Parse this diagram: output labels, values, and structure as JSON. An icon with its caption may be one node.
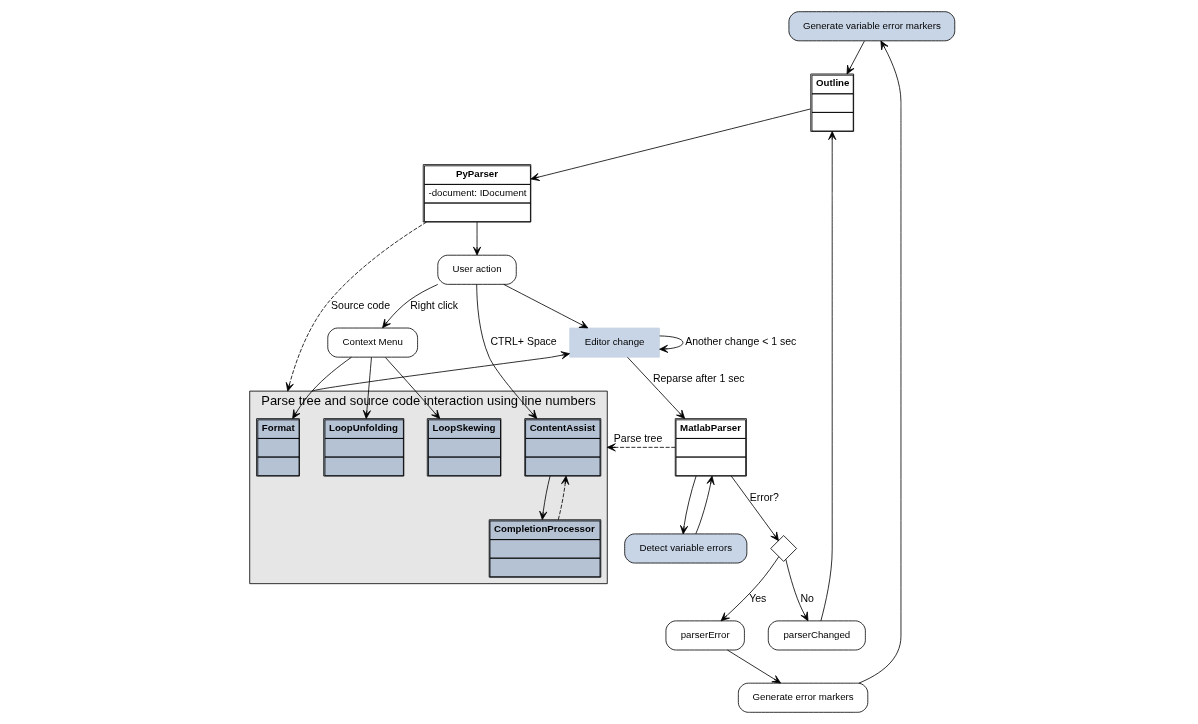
{
  "diagram": {
    "nodes": [
      {
        "text": [
          "Generate variable error markers"
        ]
      },
      {
        "text": [
          "Outline"
        ]
      },
      {
        "text": [
          "PyParser",
          "-document: IDocument"
        ]
      },
      {
        "text": [
          "Context Menu"
        ]
      },
      {
        "text": [
          "Generate error markers"
        ]
      },
      {
        "text": [
          "User action"
        ]
      },
      {
        "text": [
          "Parse tree and source code interaction using line numbers"
        ]
      },
      {
        "text": [
          "Format"
        ],
        "in": 6
      },
      {
        "text": [
          "LoopUnfolding"
        ],
        "in": 6
      },
      {
        "text": [
          "LoopSkewing"
        ],
        "in": 6
      },
      {
        "text": [
          "Editor change"
        ]
      },
      {
        "text": [
          "parserError"
        ]
      },
      {
        "text": [
          "parserChanged"
        ]
      },
      {
        "text": [
          "ContentAssist"
        ],
        "in": 6
      },
      {
        "text": [
          "CompletionProcessor"
        ],
        "in": 6
      },
      {
        "text": [],
        "shape": "diamond"
      },
      {
        "text": [
          "MatlabParser"
        ]
      },
      {
        "text": [
          "Detect variable errors"
        ]
      }
    ],
    "edges": [
      {
        "from": 0,
        "to": 1,
        "arrow": "to"
      },
      {
        "from": 1,
        "to": 2,
        "arrow": "to"
      },
      {
        "from": 2,
        "to": 5,
        "arrow": "to"
      },
      {
        "from": 2,
        "to": 6,
        "arrow": "to",
        "style": "dashed",
        "label": "Source code"
      },
      {
        "from": 5,
        "to": 3,
        "arrow": "to",
        "label": "Right click"
      },
      {
        "from": 3,
        "to": 7,
        "arrow": "to"
      },
      {
        "from": 3,
        "to": 8,
        "arrow": "to"
      },
      {
        "from": 3,
        "to": 9,
        "arrow": "to"
      },
      {
        "from": 5,
        "to": 10,
        "arrow": "to"
      },
      {
        "from": 10,
        "to": 10,
        "arrow": "to",
        "label": "Another change < 1 sec"
      },
      {
        "from": 5,
        "to": 13,
        "arrow": "to",
        "label": "CTRL+ Space"
      },
      {
        "from": 6,
        "to": 10,
        "arrow": "to"
      },
      {
        "from": 10,
        "to": 16,
        "arrow": "to",
        "label": "Reparse after 1 sec"
      },
      {
        "from": 16,
        "to": 15,
        "arrow": "to",
        "label": "Error?"
      },
      {
        "from": 15,
        "to": 11,
        "arrow": "to",
        "label": "Yes"
      },
      {
        "from": 15,
        "to": 12,
        "arrow": "to",
        "label": "No"
      },
      {
        "from": 11,
        "to": 4,
        "arrow": "to"
      },
      {
        "from": 4,
        "to": 0,
        "arrow": "to"
      },
      {
        "from": 12,
        "to": 1,
        "arrow": "to"
      },
      {
        "from": 16,
        "to": 6,
        "arrow": "to",
        "style": "dashed",
        "label": "Parse tree"
      },
      {
        "from": 16,
        "to": 17,
        "arrow": "to"
      },
      {
        "from": 17,
        "to": 16,
        "arrow": "to"
      },
      {
        "from": 13,
        "to": 14,
        "arrow": "to"
      },
      {
        "from": 14,
        "to": 13,
        "arrow": "to",
        "style": "dashed"
      }
    ]
  }
}
